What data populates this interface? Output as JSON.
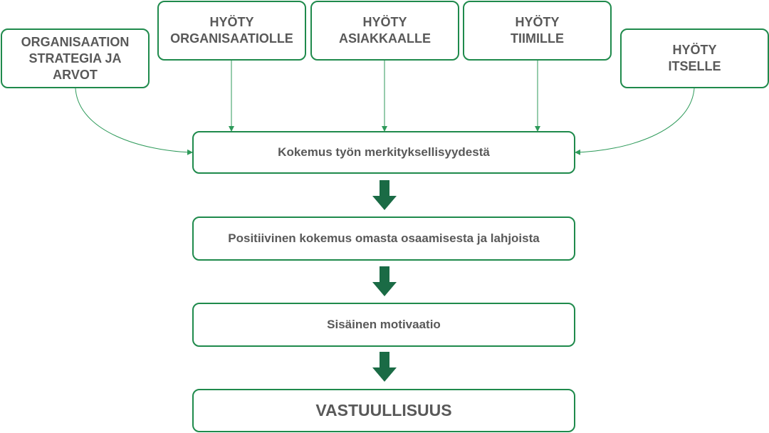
{
  "sources": [
    {
      "id": "strategy",
      "label": "ORGANISAATION\nSTRATEGIA JA\nARVOT"
    },
    {
      "id": "organisation",
      "label": "HYÖTY\nORGANISAATIOLLE"
    },
    {
      "id": "customer",
      "label": "HYÖTY\nASIAKKAALLE"
    },
    {
      "id": "team",
      "label": "HYÖTY\nTIIMILLE"
    },
    {
      "id": "self",
      "label": "HYÖTY\nITSELLE"
    }
  ],
  "steps": [
    {
      "id": "meaningfulness",
      "label": "Kokemus työn merkityksellisyydestä"
    },
    {
      "id": "competence",
      "label": "Positiivinen kokemus omasta osaamisesta ja lahjoista"
    },
    {
      "id": "motivation",
      "label": "Sisäinen motivaatio"
    }
  ],
  "result": {
    "label": "VASTUULLISUUS"
  },
  "colors": {
    "box_border": "#1f8a4c",
    "connector": "#2e9a5a",
    "step_arrow": "#1a6b45",
    "text": "#595959"
  }
}
